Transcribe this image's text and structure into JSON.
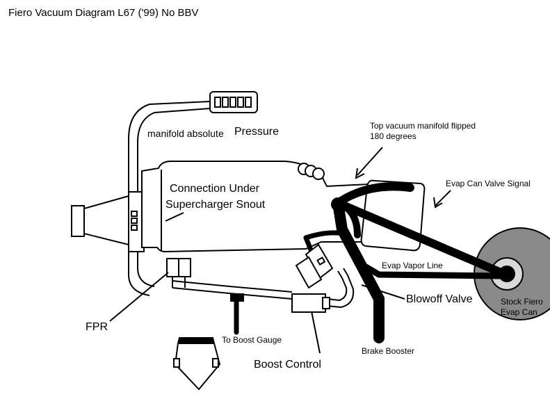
{
  "title": "Fiero Vacuum Diagram L67 ('99) No BBV",
  "labels": {
    "map_prefix": "manifold absolute",
    "map_suffix": "Pressure",
    "connection_line1": "Connection Under",
    "connection_line2": "Supercharger Snout",
    "top_vacuum_line1": "Top vacuum manifold flipped",
    "top_vacuum_line2": "180 degrees",
    "evap_signal": "Evap Can Valve Signal",
    "evap_vapor": "Evap Vapor Line",
    "blowoff": "Blowoff Valve",
    "stock_fiero_line1": "Stock Fiero",
    "stock_fiero_line2": "Evap Can",
    "fpr": "FPR",
    "boost_gauge": "To Boost Gauge",
    "brake_booster": "Brake Booster",
    "boost_control": "Boost Control"
  }
}
